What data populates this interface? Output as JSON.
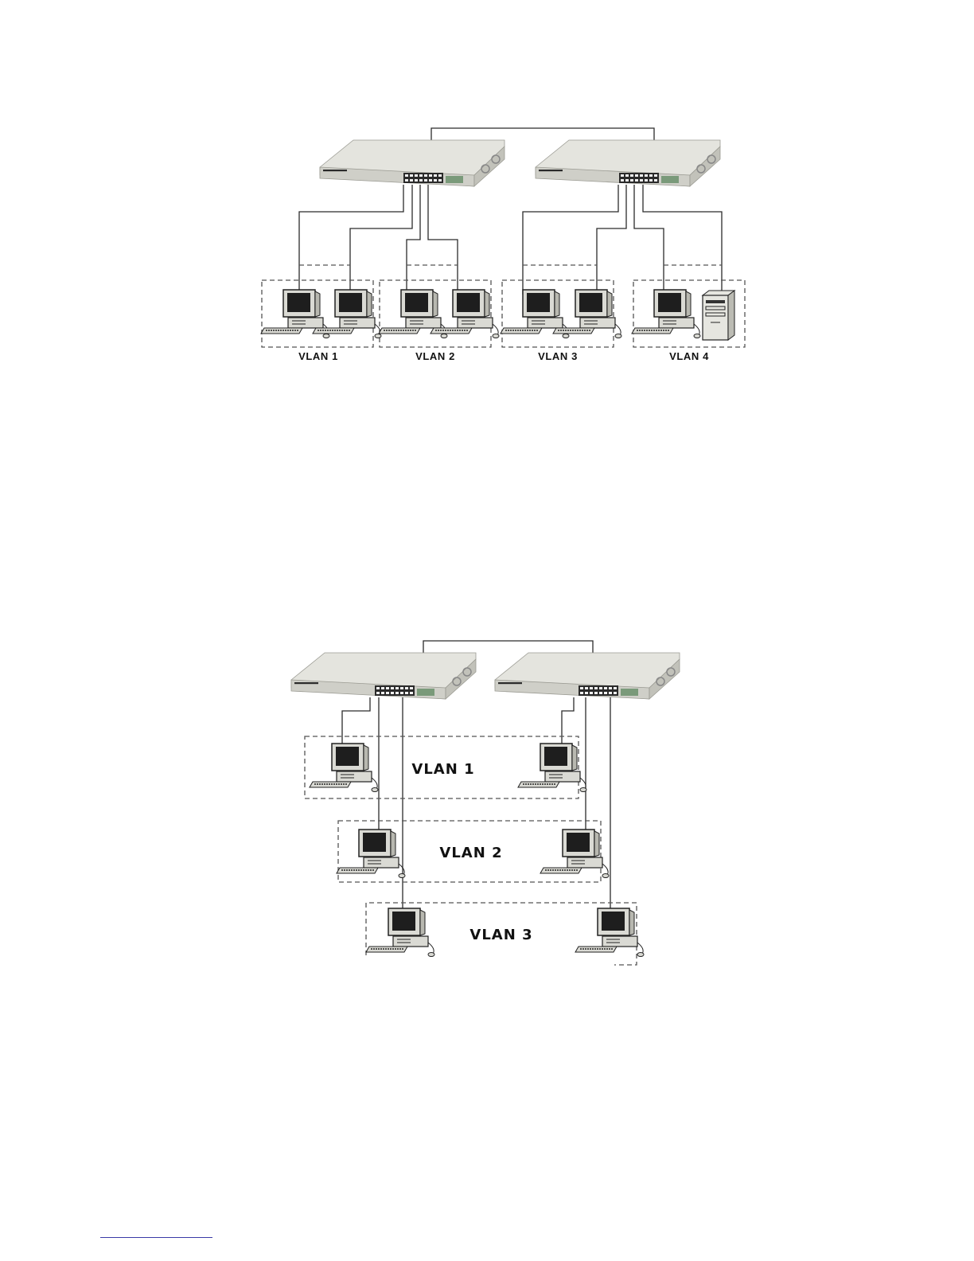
{
  "diagram1": {
    "vlans": [
      {
        "label": "VLAN 1"
      },
      {
        "label": "VLAN 2"
      },
      {
        "label": "VLAN 3"
      },
      {
        "label": "VLAN 4"
      }
    ]
  },
  "diagram2": {
    "vlans": [
      {
        "label": "VLAN 1"
      },
      {
        "label": "VLAN 2"
      },
      {
        "label": "VLAN 3"
      }
    ]
  },
  "colors": {
    "switch_top": "#dcdcd6",
    "switch_front": "#cfcfc8",
    "footer_rule": "#3a3aa6"
  }
}
